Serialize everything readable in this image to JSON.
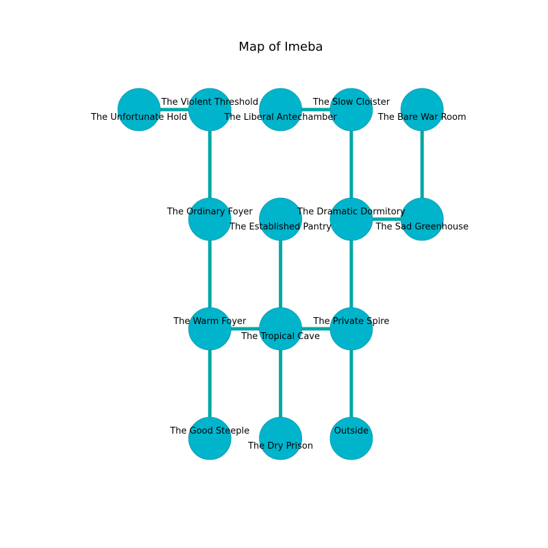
{
  "title": "Map of Imeba",
  "colors": {
    "node_fill": "#00b4cc",
    "node_stroke": "#0a98aa",
    "edge": "#00a8a8",
    "label": "#000000"
  },
  "rooms": [
    {
      "id": "unfortunate-hold",
      "label": "The Unfortunate Hold",
      "col": 0,
      "row": 0,
      "label_pos": "below"
    },
    {
      "id": "violent-threshold",
      "label": "The Violent Threshold",
      "col": 1,
      "row": 0,
      "label_pos": "above"
    },
    {
      "id": "liberal-antechamber",
      "label": "The Liberal Antechamber",
      "col": 2,
      "row": 0,
      "label_pos": "below"
    },
    {
      "id": "slow-cloister",
      "label": "The Slow Cloister",
      "col": 3,
      "row": 0,
      "label_pos": "above"
    },
    {
      "id": "bare-war-room",
      "label": "The Bare War Room",
      "col": 4,
      "row": 0,
      "label_pos": "below"
    },
    {
      "id": "ordinary-foyer",
      "label": "The Ordinary Foyer",
      "col": 1,
      "row": 1,
      "label_pos": "above"
    },
    {
      "id": "established-pantry",
      "label": "The Established Pantry",
      "col": 2,
      "row": 1,
      "label_pos": "below"
    },
    {
      "id": "dramatic-dormitory",
      "label": "The Dramatic Dormitory",
      "col": 3,
      "row": 1,
      "label_pos": "above"
    },
    {
      "id": "sad-greenhouse",
      "label": "The Sad Greenhouse",
      "col": 4,
      "row": 1,
      "label_pos": "below"
    },
    {
      "id": "warm-foyer",
      "label": "The Warm Foyer",
      "col": 1,
      "row": 2,
      "label_pos": "above"
    },
    {
      "id": "tropical-cave",
      "label": "The Tropical Cave",
      "col": 2,
      "row": 2,
      "label_pos": "below"
    },
    {
      "id": "private-spire",
      "label": "The Private Spire",
      "col": 3,
      "row": 2,
      "label_pos": "above"
    },
    {
      "id": "good-steeple",
      "label": "The Good Steeple",
      "col": 1,
      "row": 3,
      "label_pos": "above"
    },
    {
      "id": "dry-prison",
      "label": "The Dry Prison",
      "col": 2,
      "row": 3,
      "label_pos": "below"
    },
    {
      "id": "outside",
      "label": "Outside",
      "col": 3,
      "row": 3,
      "label_pos": "above"
    }
  ],
  "connections": [
    [
      "unfortunate-hold",
      "violent-threshold"
    ],
    [
      "liberal-antechamber",
      "slow-cloister"
    ],
    [
      "violent-threshold",
      "ordinary-foyer"
    ],
    [
      "slow-cloister",
      "dramatic-dormitory"
    ],
    [
      "bare-war-room",
      "sad-greenhouse"
    ],
    [
      "dramatic-dormitory",
      "sad-greenhouse"
    ],
    [
      "ordinary-foyer",
      "warm-foyer"
    ],
    [
      "established-pantry",
      "tropical-cave"
    ],
    [
      "dramatic-dormitory",
      "private-spire"
    ],
    [
      "warm-foyer",
      "tropical-cave"
    ],
    [
      "tropical-cave",
      "private-spire"
    ],
    [
      "warm-foyer",
      "good-steeple"
    ],
    [
      "tropical-cave",
      "dry-prison"
    ],
    [
      "private-spire",
      "outside"
    ]
  ]
}
